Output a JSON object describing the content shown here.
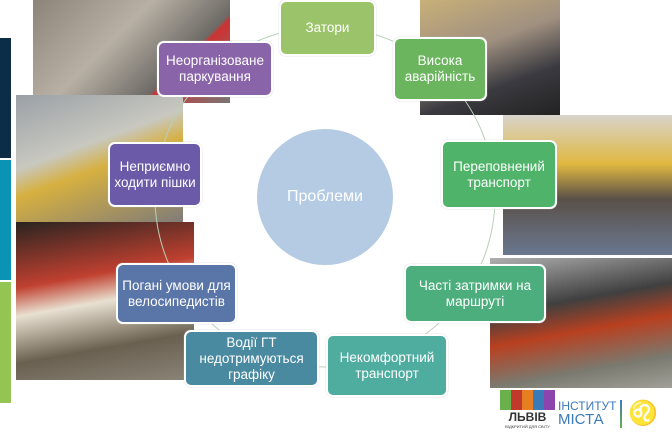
{
  "center": "Проблеми",
  "problems": [
    "Затори",
    "Висока аварійність",
    "Переповнений транспорт",
    "Часті затримки на маршруті",
    "Некомфортний транспорт",
    "Водії ГТ недотримуються графіку",
    "Погані умови для велосипедистів",
    "Неприємно ходити пішки",
    "Неорганізоване паркування"
  ],
  "colors": {
    "navy": "#0d2c45",
    "teal": "#0a93b3",
    "green": "#94c453"
  },
  "logos": {
    "lviv": "ЛЬВІВ",
    "lviv_sub": "ВІДКРИТИЙ ДЛЯ СВІТУ",
    "institute_1": "ІНСТИТУТ",
    "institute_2": "МІСТА"
  }
}
